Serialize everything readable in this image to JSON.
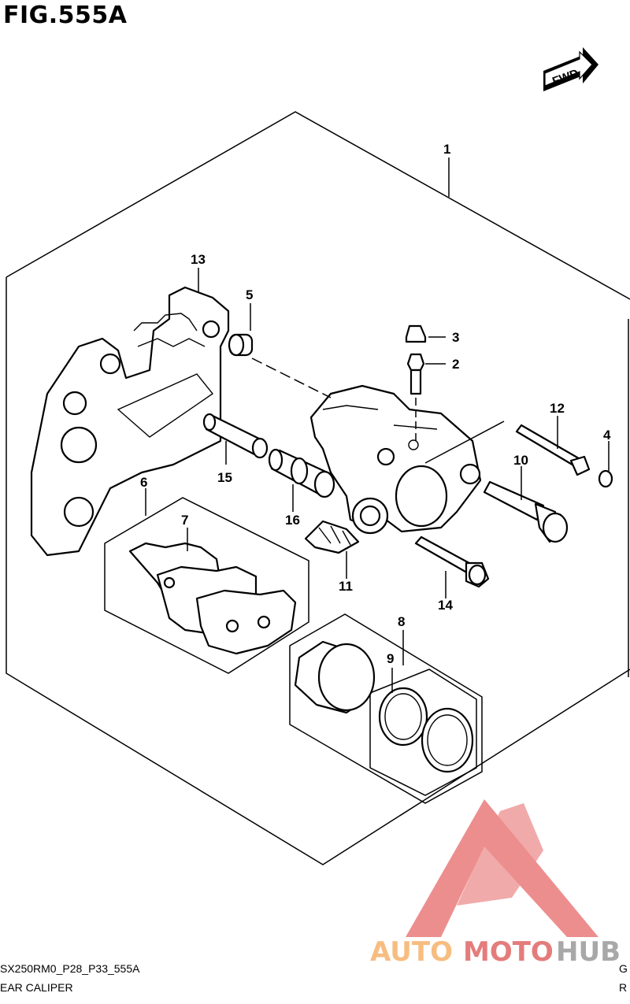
{
  "figure": {
    "title": "FIG.555A"
  },
  "footer": {
    "code": "SX250RM0_P28_P33_555A",
    "name": "EAR CALIPER",
    "code_right": "G",
    "name_right": "R"
  },
  "fwd": {
    "label": "FWD"
  },
  "parts": {
    "p1": "1",
    "p2": "2",
    "p3": "3",
    "p4": "4",
    "p5": "5",
    "p6": "6",
    "p7": "7",
    "p8": "8",
    "p9": "9",
    "p10": "10",
    "p11": "11",
    "p12": "12",
    "p13": "13",
    "p14": "14",
    "p15": "15",
    "p16": "16"
  },
  "watermark": {
    "part1": "AUTO",
    "part2": "MOTO",
    "part3": "HUB",
    "colors": {
      "orange": "#f6b26b",
      "red": "#e06666",
      "gray": "#999999",
      "triangle": "#ea7b7b"
    }
  }
}
